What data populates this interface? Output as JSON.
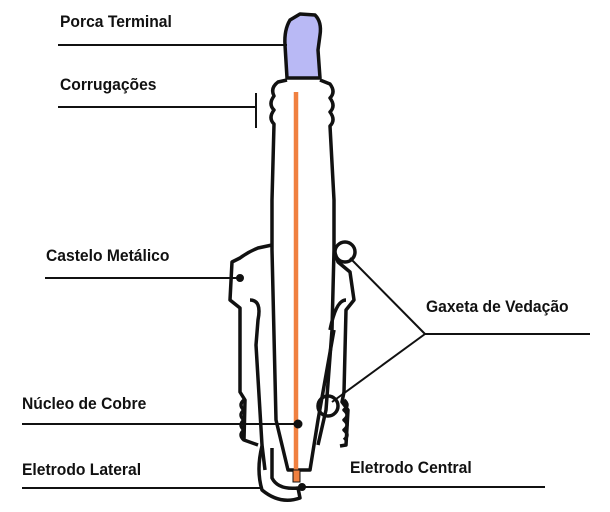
{
  "title": "Vela de ignição",
  "labels": {
    "porca_terminal": "Porca Terminal",
    "corrugacoes": "Corrugações",
    "castelo_metalico": "Castelo Metálico",
    "gaxeta_vedacao": "Gaxeta de Vedação",
    "nucleo_cobre": "Núcleo de Cobre",
    "eletrodo_lateral": "Eletrodo Lateral",
    "eletrodo_central": "Eletrodo Central"
  },
  "colors": {
    "terminal": "#b9b9f5",
    "core": "#f08040",
    "outline": "#111111"
  }
}
